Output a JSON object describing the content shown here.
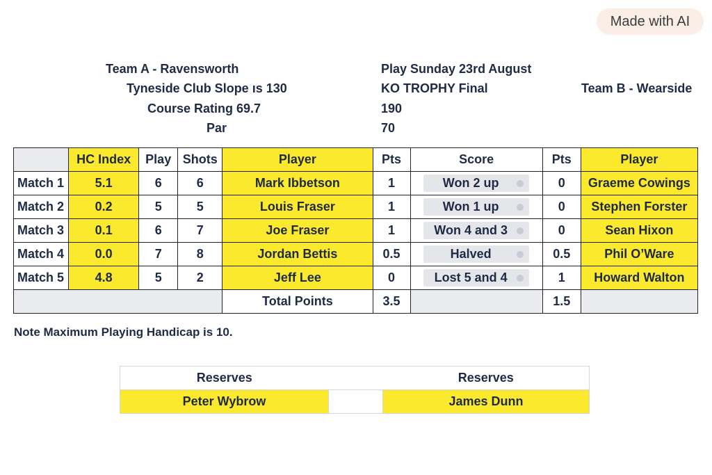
{
  "badge": "Made with AI",
  "header": {
    "team_a": "Team A - Ravensworth",
    "slope": "Tyneside Club Slope ıs 130",
    "course_rating": "Course Rating  69.7",
    "par_label": "Par",
    "play_date": "Play Sunday 23rd August",
    "event": "KO TROPHY Final",
    "slope_value": "190",
    "par_value": "70",
    "team_b": "Team B - Wearside"
  },
  "columns": {
    "hc_index": "HC Index",
    "play": "Play",
    "shots": "Shots",
    "player_a": "Player",
    "pts_a": "Pts",
    "score": "Score",
    "pts_b": "Pts",
    "player_b": "Player"
  },
  "matches": [
    {
      "label": "Match 1",
      "hc": "5.1",
      "play": "6",
      "shots": "6",
      "player_a": "Mark Ibbetson",
      "pts_a": "1",
      "score": "Won 2 up",
      "pts_b": "0",
      "player_b": "Graeme Cowings"
    },
    {
      "label": "Match 2",
      "hc": "0.2",
      "play": "5",
      "shots": "5",
      "player_a": "Louis Fraser",
      "pts_a": "1",
      "score": "Won 1 up",
      "pts_b": "0",
      "player_b": "Stephen Forster"
    },
    {
      "label": "Match 3",
      "hc": "0.1",
      "play": "6",
      "shots": "7",
      "player_a": "Joe Fraser",
      "pts_a": "1",
      "score": "Won 4 and 3",
      "pts_b": "0",
      "player_b": "Sean Hixon"
    },
    {
      "label": "Match 4",
      "hc": "0.0",
      "play": "7",
      "shots": "8",
      "player_a": "Jordan Bettis",
      "pts_a": "0.5",
      "score": "Halved",
      "pts_b": "0.5",
      "player_b": "Phil O’Ware"
    },
    {
      "label": "Match 5",
      "hc": "4.8",
      "play": "5",
      "shots": "2",
      "player_a": "Jeff Lee",
      "pts_a": "0",
      "score": "Lost 5 and 4",
      "pts_b": "1",
      "player_b": "Howard Walton"
    }
  ],
  "totals": {
    "label": "Total Points",
    "team_a": "3.5",
    "team_b": "1.5"
  },
  "note": "Note Maximum Playing Handicap is 10.",
  "reserves": {
    "heading_a": "Reserves",
    "heading_b": "Reserves",
    "player_a": "Peter Wybrow",
    "player_b": "James Dunn"
  }
}
